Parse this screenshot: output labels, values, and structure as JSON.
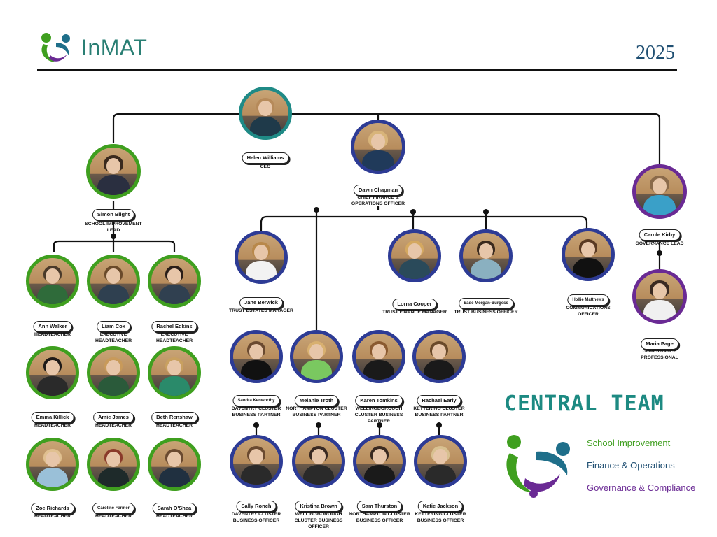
{
  "header": {
    "logo_text": "InMAT",
    "year": "2025"
  },
  "colors": {
    "school_improvement": "#3f9f1f",
    "finance_operations": "#2d3b95",
    "governance_compliance": "#6a2a94",
    "ceo": "#1f8a86",
    "brand": "#2a7f74"
  },
  "people": [
    {
      "name": "Helen Williams",
      "role": "CEO",
      "group": "teal"
    },
    {
      "name": "Simon Blight",
      "role": "SCHOOL IMPROVEMENT LEAD",
      "group": "green"
    },
    {
      "name": "Dawn Chapman",
      "role": "CHIEF FINANCE & OPERATIONS OFFICER",
      "group": "blue"
    },
    {
      "name": "Carole Kirby",
      "role": "GOVERNANCE LEAD",
      "group": "purple"
    },
    {
      "name": "Maria Page",
      "role": "GOVERNANCE PROFESSIONAL",
      "group": "purple"
    },
    {
      "name": "Ann Walker",
      "role": "HEADTEACHER",
      "group": "green"
    },
    {
      "name": "Liam Cox",
      "role": "EXECUTIVE HEADTEACHER",
      "group": "green"
    },
    {
      "name": "Rachel Edkins",
      "role": "EXECUTIVE HEADTEACHER",
      "group": "green"
    },
    {
      "name": "Emma Killick",
      "role": "HEADTEACHER",
      "group": "green"
    },
    {
      "name": "Amie James",
      "role": "HEADTEACHER",
      "group": "green"
    },
    {
      "name": "Beth Renshaw",
      "role": "HEADTEACHER",
      "group": "green"
    },
    {
      "name": "Zoe Richards",
      "role": "HEADTEACHER",
      "group": "green"
    },
    {
      "name": "Caroline Farmer",
      "role": "HEADTEACHER",
      "group": "green"
    },
    {
      "name": "Sarah O'Shea",
      "role": "HEADTEACHER",
      "group": "green"
    },
    {
      "name": "Jane Berwick",
      "role": "TRUST ESTATES MANAGER",
      "group": "blue"
    },
    {
      "name": "Lorna Cooper",
      "role": "TRUST FINANCE MANAGER",
      "group": "blue"
    },
    {
      "name": "Sade Morgan-Burgess",
      "role": "TRUST BUSINESS OFFICER",
      "group": "blue"
    },
    {
      "name": "Hollie Matthews",
      "role": "COMMUNICATIONS OFFICER",
      "group": "blue"
    },
    {
      "name": "Sandra Kenworthy",
      "role": "DAVENTRY CLUSTER BUSINESS PARTNER",
      "group": "blue"
    },
    {
      "name": "Melanie Troth",
      "role": "NORTHAMPTON CLUSTER BUSINESS PARTNER",
      "group": "blue"
    },
    {
      "name": "Karen Tomkins",
      "role": "WELLINGBOROUGH CLUSTER BUSINESS PARTNER",
      "group": "blue"
    },
    {
      "name": "Rachael Early",
      "role": "KETTERING CLUSTER BUSINESS PARTNER",
      "group": "blue"
    },
    {
      "name": "Sally Ronch",
      "role": "DAVENTRY CLUSTER BUSINESS OFFICER",
      "group": "blue"
    },
    {
      "name": "Kristina Brown",
      "role": "WELLINGBOROUGH CLUSTER BUSINESS OFFICER",
      "group": "blue"
    },
    {
      "name": "Sam Thurston",
      "role": "NORTHAMPTON CLUSTER BUSINESS OFFICER",
      "group": "blue"
    },
    {
      "name": "Katie Jackson",
      "role": "KETTERING CLUSTER BUSINESS OFFICER",
      "group": "blue"
    }
  ],
  "legend": {
    "title": "CENTRAL TEAM",
    "items": [
      {
        "label": "School Improvement",
        "color": "#3f9f1f"
      },
      {
        "label": "Finance & Operations",
        "color": "#1f4f72"
      },
      {
        "label": "Governance & Compliance",
        "color": "#6a2a94"
      }
    ]
  }
}
